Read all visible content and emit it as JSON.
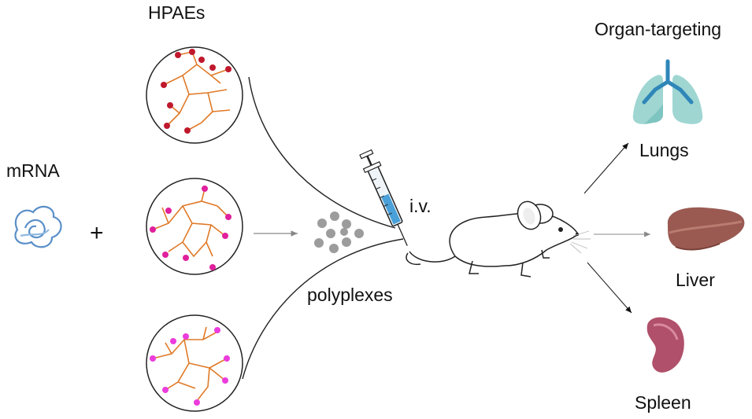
{
  "labels": {
    "polymers": "HPAEs",
    "mrna": "mRNA",
    "plus": "+",
    "route": "i.v.",
    "complex": "polyplexes",
    "targeting": "Organ-targeting",
    "lungs": "Lungs",
    "liver": "Liver",
    "spleen": "Spleen"
  },
  "colors": {
    "branch": "#e07a28",
    "end_group_1": "#c0182c",
    "end_group_2": "#e0209c",
    "end_group_3": "#ec3cdc",
    "polyplex_dot": "#9c9c9c",
    "lungs": "#9fd6d2",
    "airway": "#2f86b8",
    "liver": "#9a5a52",
    "spleen": "#b0506a",
    "mrna": "#5a8fc8"
  },
  "icons": [
    "polymer-circle-icon",
    "mrna-icon",
    "syringe-icon",
    "mouse-icon",
    "lungs-icon",
    "liver-icon",
    "spleen-icon"
  ]
}
